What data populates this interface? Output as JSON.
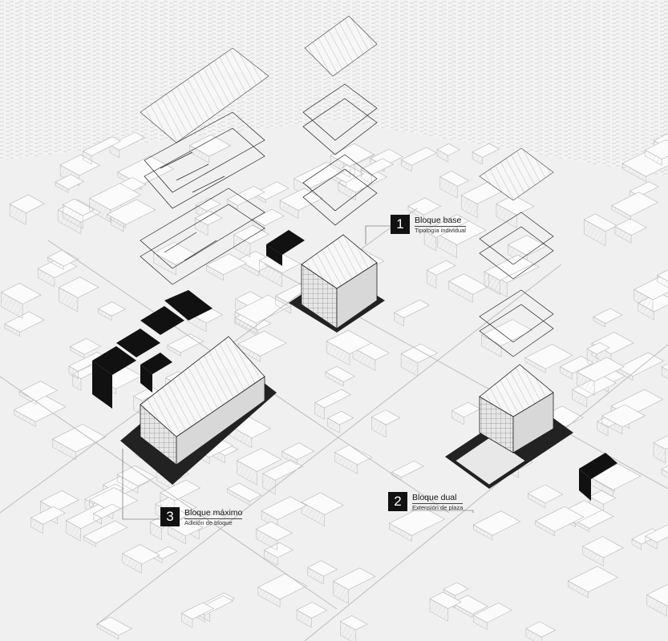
{
  "callouts": [
    {
      "number": "1",
      "title": "Bloque base",
      "subtitle": "Tipología individual"
    },
    {
      "number": "2",
      "title": "Bloque dual",
      "subtitle": "Extensión de plaza"
    },
    {
      "number": "3",
      "title": "Bloque máximo",
      "subtitle": "Adición de bloque"
    }
  ],
  "colors": {
    "ink": "#111111",
    "paper": "#f4f4f4",
    "line": "#9a9a9a"
  }
}
